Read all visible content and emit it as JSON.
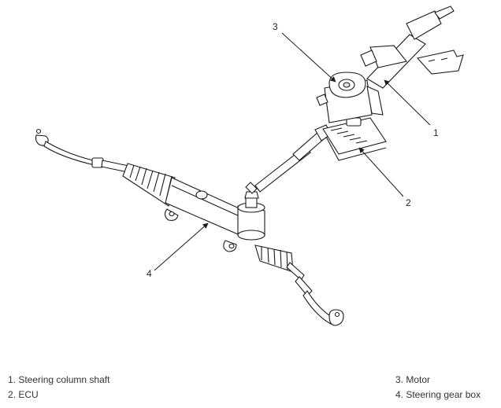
{
  "callouts": [
    "1",
    "2",
    "3",
    "4"
  ],
  "legend": {
    "left": [
      "1. Steering column shaft",
      "2. ECU"
    ],
    "right": [
      "3. Motor",
      "4. Steering gear box"
    ]
  },
  "colors": {
    "line": "#1a1a1a",
    "fill": "#ffffff",
    "shade": "#e6e6e6"
  }
}
